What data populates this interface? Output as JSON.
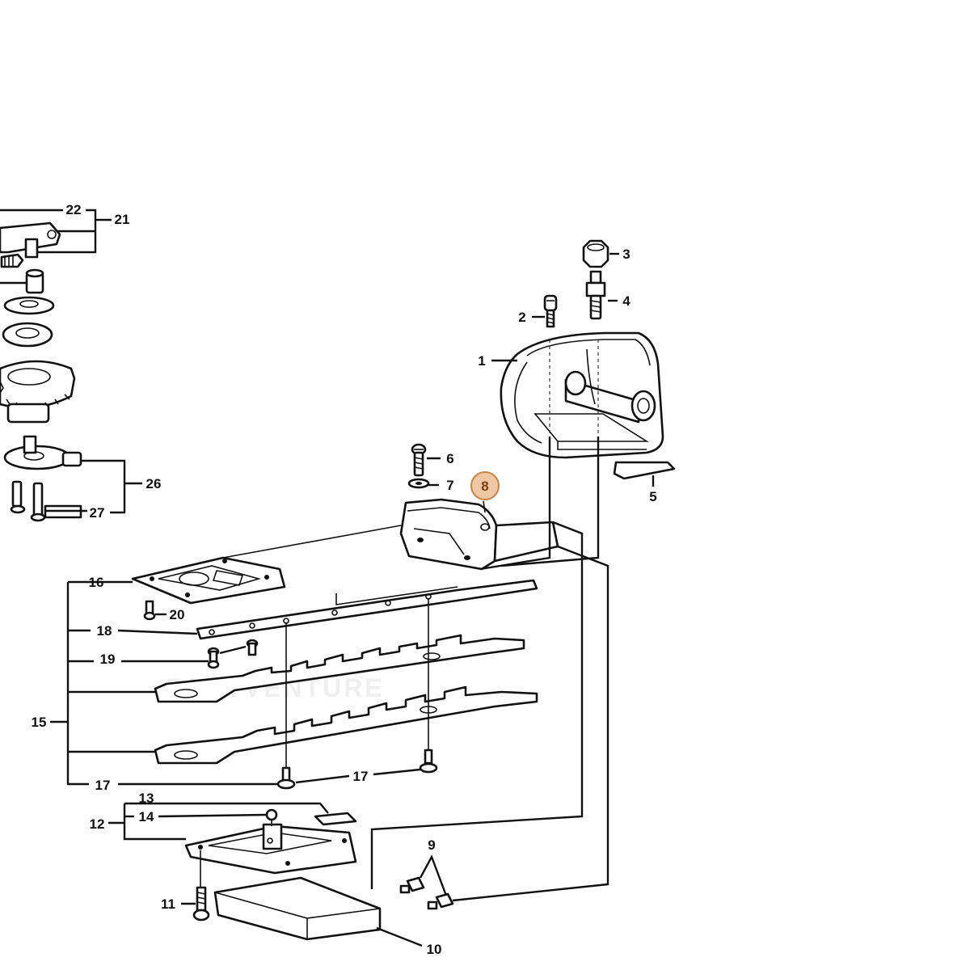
{
  "diagram": {
    "watermark": "PARTVENTURE",
    "highlight_color": "#f0c7a3",
    "highlight_border": "#c8834a",
    "highlighted_part": "8",
    "callouts": {
      "c1": "1",
      "c2": "2",
      "c3": "3",
      "c4": "4",
      "c5": "5",
      "c6": "6",
      "c7": "7",
      "c8": "8",
      "c9": "9",
      "c10": "10",
      "c11": "11",
      "c12": "12",
      "c13": "13",
      "c14": "14",
      "c15": "15",
      "c16": "16",
      "c17a": "17",
      "c17b": "17",
      "c18": "18",
      "c19": "19",
      "c20": "20",
      "c21": "21",
      "c22": "22",
      "c26": "26",
      "c27": "27"
    }
  }
}
